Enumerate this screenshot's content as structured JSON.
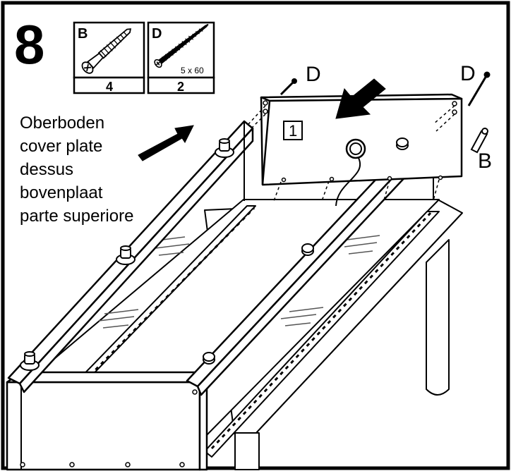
{
  "step": {
    "number": "8"
  },
  "parts": [
    {
      "letter": "B",
      "qty": "4",
      "size": ""
    },
    {
      "letter": "D",
      "qty": "2",
      "size": "5 x 60"
    }
  ],
  "callouts": {
    "d_left": "D",
    "d_right": "D",
    "b_right": "B",
    "panel_number": "1"
  },
  "part_name": {
    "lines": [
      "Oberboden",
      "cover plate",
      "dessus",
      "bovenplaat",
      "parte superiore"
    ]
  },
  "colors": {
    "ink": "#000000",
    "paper": "#ffffff",
    "glass_hatch": "#555555"
  }
}
